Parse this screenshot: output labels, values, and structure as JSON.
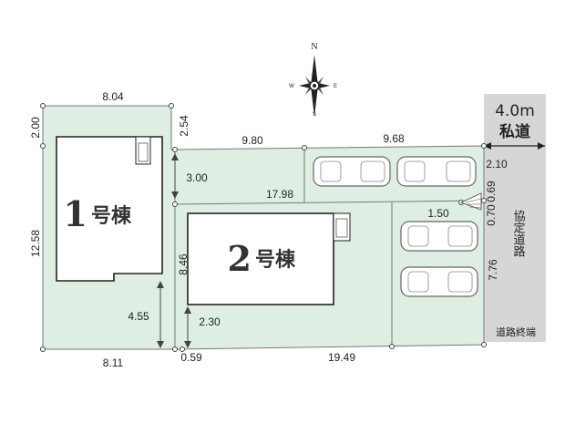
{
  "compass": {
    "n": "N",
    "s": "S",
    "e": "E",
    "w": "W"
  },
  "buildings": {
    "b1_num": "1",
    "b1_suffix": "号棟",
    "b2_num": "2",
    "b2_suffix": "号棟"
  },
  "road": {
    "width_label": "4.0m",
    "name": "私道",
    "agreement": "協定道路",
    "end_note": "道路終端"
  },
  "dims": {
    "d_8_04": "8.04",
    "d_2_00": "2.00",
    "d_2_54": "2.54",
    "d_9_80": "9.80",
    "d_9_68": "9.68",
    "d_2_10": "2.10",
    "d_3_00": "3.00",
    "d_17_98": "17.98",
    "d_0_69": "0.69",
    "d_1_50": "1.50",
    "d_0_70": "0.70",
    "d_12_58": "12.58",
    "d_8_46": "8.46",
    "d_4_55": "4.55",
    "d_2_30": "2.30",
    "d_7_76": "7.76",
    "d_8_11": "8.11",
    "d_0_59": "0.59",
    "d_19_49": "19.49"
  }
}
